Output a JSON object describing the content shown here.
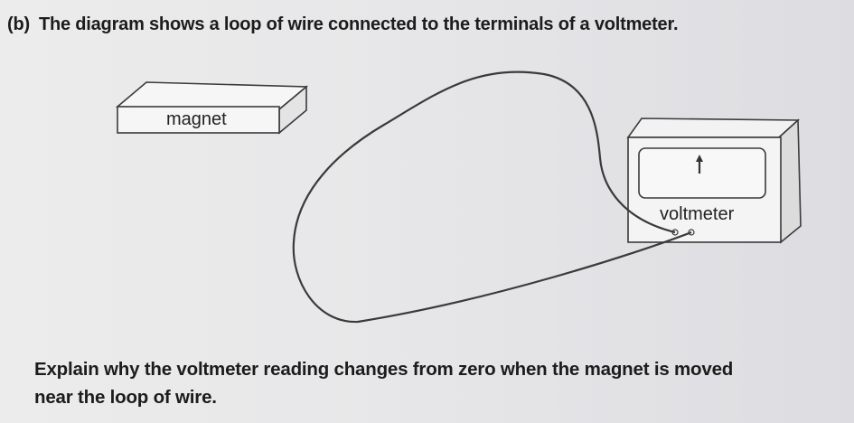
{
  "question": {
    "part_label": "(b)",
    "stem": "The diagram shows a loop of wire connected to the terminals of a voltmeter."
  },
  "diagram": {
    "magnet_label": "magnet",
    "voltmeter_label": "voltmeter"
  },
  "prompt": {
    "line1": "Explain why the voltmeter reading changes from zero when the magnet is moved",
    "line2": "near the loop of wire."
  }
}
